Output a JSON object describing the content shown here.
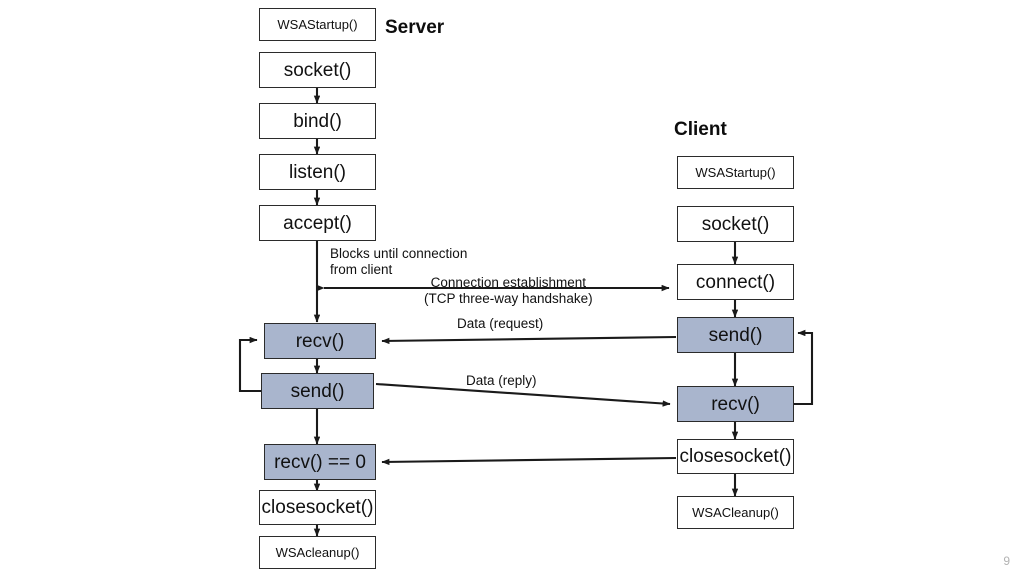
{
  "page": {
    "page_number": "9",
    "background_color": "#ffffff",
    "shaded_box_color": "#a9b5cd",
    "plain_box_color": "#ffffff",
    "border_color": "#2b2b2b",
    "line_color": "#1a1a1a"
  },
  "columns": {
    "server": {
      "title": "Server"
    },
    "client": {
      "title": "Client"
    }
  },
  "server_nodes": [
    {
      "id": "srv-wsastartup",
      "label": "WSAStartup()",
      "shaded": false,
      "size": "small"
    },
    {
      "id": "srv-socket",
      "label": "socket()",
      "shaded": false,
      "size": "big"
    },
    {
      "id": "srv-bind",
      "label": "bind()",
      "shaded": false,
      "size": "big"
    },
    {
      "id": "srv-listen",
      "label": "listen()",
      "shaded": false,
      "size": "big"
    },
    {
      "id": "srv-accept",
      "label": "accept()",
      "shaded": false,
      "size": "big"
    },
    {
      "id": "srv-recv",
      "label": "recv()",
      "shaded": true,
      "size": "big"
    },
    {
      "id": "srv-send",
      "label": "send()",
      "shaded": true,
      "size": "big"
    },
    {
      "id": "srv-recv0",
      "label": "recv() == 0",
      "shaded": true,
      "size": "big"
    },
    {
      "id": "srv-closesocket",
      "label": "closesocket()",
      "shaded": false,
      "size": "big"
    },
    {
      "id": "srv-wsacleanup",
      "label": "WSAcleanup()",
      "shaded": false,
      "size": "small"
    }
  ],
  "client_nodes": [
    {
      "id": "cli-wsastartup",
      "label": "WSAStartup()",
      "shaded": false,
      "size": "small"
    },
    {
      "id": "cli-socket",
      "label": "socket()",
      "shaded": false,
      "size": "big"
    },
    {
      "id": "cli-connect",
      "label": "connect()",
      "shaded": false,
      "size": "big"
    },
    {
      "id": "cli-send",
      "label": "send()",
      "shaded": true,
      "size": "big"
    },
    {
      "id": "cli-recv",
      "label": "recv()",
      "shaded": true,
      "size": "big"
    },
    {
      "id": "cli-closesocket",
      "label": "closesocket()",
      "shaded": false,
      "size": "big"
    },
    {
      "id": "cli-wsacleanup",
      "label": "WSACleanup()",
      "shaded": false,
      "size": "small"
    }
  ],
  "annotations": {
    "blocks_line1": "Blocks until connection",
    "blocks_line2": "from client",
    "handshake_line1": "Connection establishment",
    "handshake_line2": "(TCP three-way handshake)",
    "data_request": "Data (request)",
    "data_reply": "Data (reply)"
  }
}
